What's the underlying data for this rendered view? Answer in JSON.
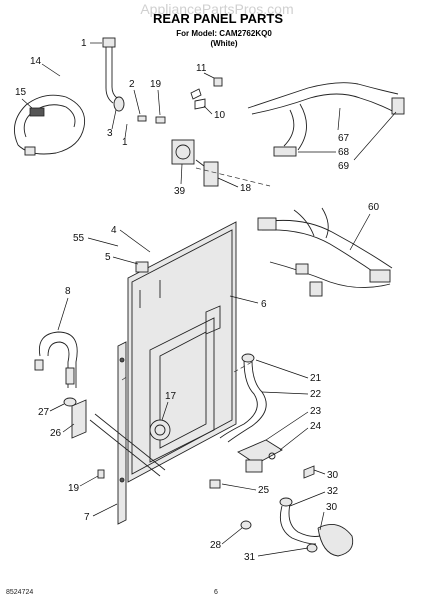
{
  "header": {
    "watermark": "AppliancePartsPros.com",
    "title": "REAR PANEL PARTS",
    "model_line": "For Model: CAM2762KQ0",
    "color_line": "(White)"
  },
  "callouts": [
    {
      "label": "1"
    },
    {
      "label": "14"
    },
    {
      "label": "2"
    },
    {
      "label": "19"
    },
    {
      "label": "11"
    },
    {
      "label": "15"
    },
    {
      "label": "3"
    },
    {
      "label": "1"
    },
    {
      "label": "10"
    },
    {
      "label": "67"
    },
    {
      "label": "68"
    },
    {
      "label": "69"
    },
    {
      "label": "39"
    },
    {
      "label": "18"
    },
    {
      "label": "60"
    },
    {
      "label": "4"
    },
    {
      "label": "55"
    },
    {
      "label": "5"
    },
    {
      "label": "8"
    },
    {
      "label": "6"
    },
    {
      "label": "21"
    },
    {
      "label": "22"
    },
    {
      "label": "17"
    },
    {
      "label": "27"
    },
    {
      "label": "23"
    },
    {
      "label": "24"
    },
    {
      "label": "26"
    },
    {
      "label": "30"
    },
    {
      "label": "19"
    },
    {
      "label": "25"
    },
    {
      "label": "32"
    },
    {
      "label": "7"
    },
    {
      "label": "30"
    },
    {
      "label": "28"
    },
    {
      "label": "31"
    }
  ],
  "footer": {
    "doc_number": "8524724",
    "page_number": "6"
  }
}
